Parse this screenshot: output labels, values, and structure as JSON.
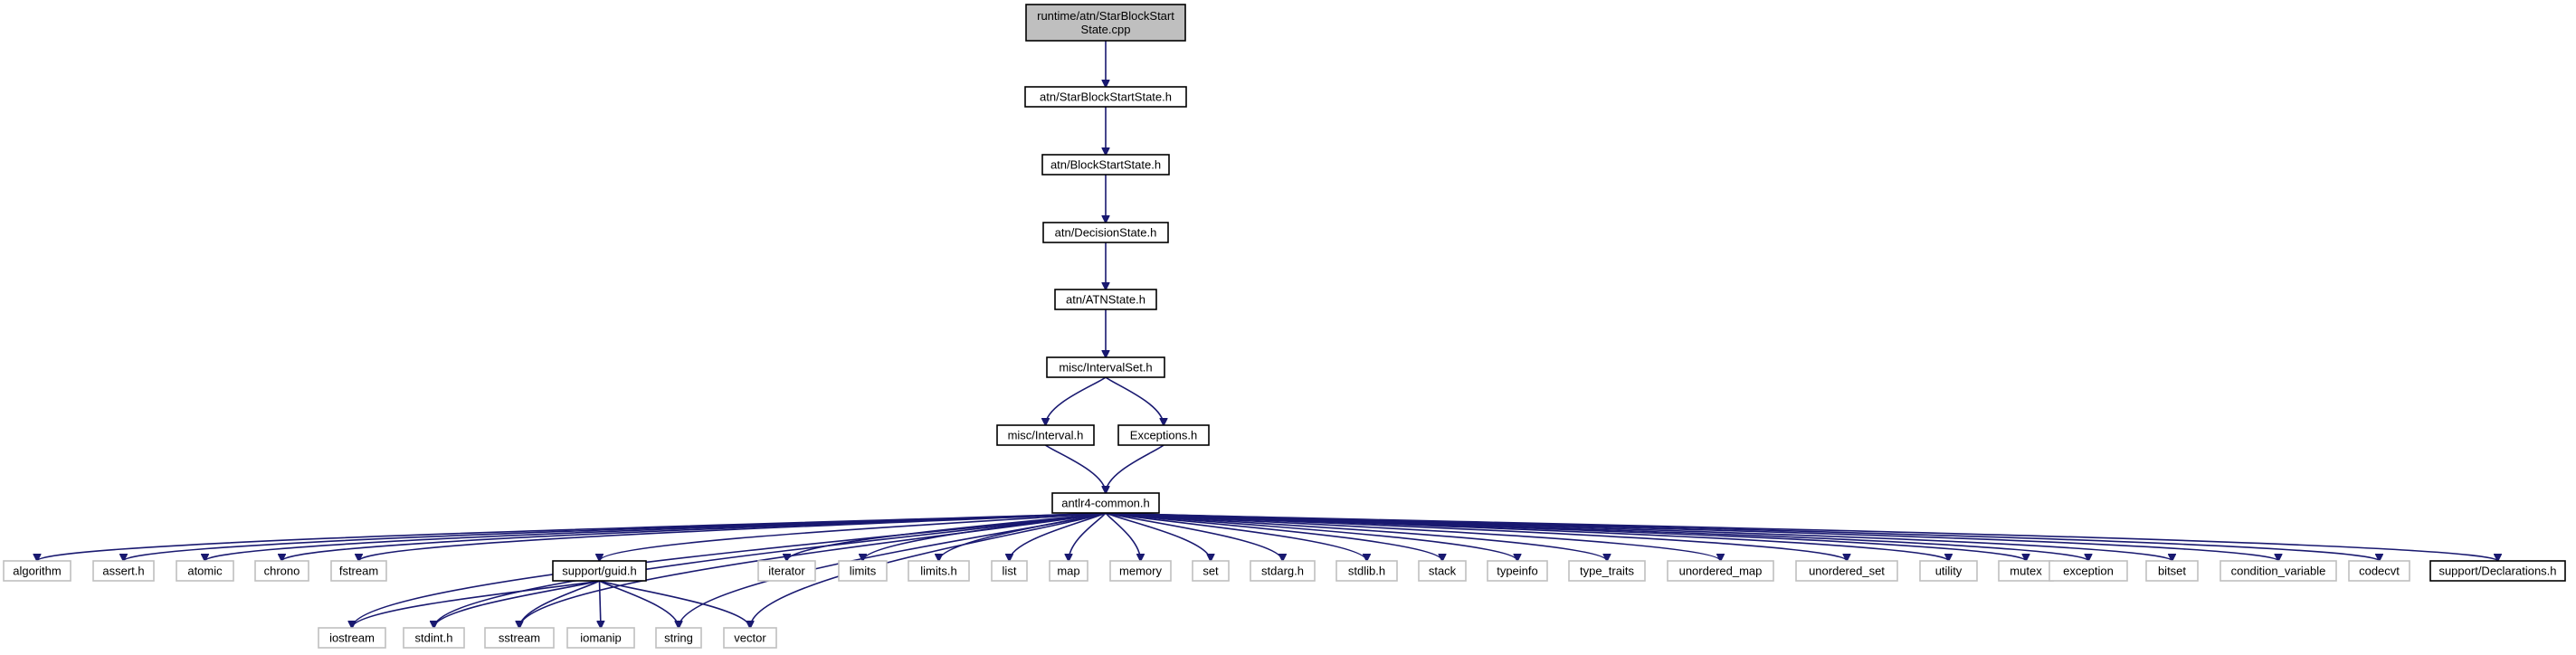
{
  "graph": {
    "edge_color": "#191970",
    "root_fill": "#bfbfbf",
    "doc_border": "#000000",
    "sys_border": "#bfbfbf",
    "nodes": {
      "root": {
        "lines": [
          "runtime/atn/StarBlockStart",
          "State.cpp"
        ],
        "kind": "root"
      },
      "n1": {
        "lines": [
          "atn/StarBlockStartState.h"
        ],
        "kind": "doc"
      },
      "n2": {
        "lines": [
          "atn/BlockStartState.h"
        ],
        "kind": "doc"
      },
      "n3": {
        "lines": [
          "atn/DecisionState.h"
        ],
        "kind": "doc"
      },
      "n4": {
        "lines": [
          "atn/ATNState.h"
        ],
        "kind": "doc"
      },
      "n5": {
        "lines": [
          "misc/IntervalSet.h"
        ],
        "kind": "doc"
      },
      "n6": {
        "lines": [
          "misc/Interval.h"
        ],
        "kind": "doc"
      },
      "n7": {
        "lines": [
          "Exceptions.h"
        ],
        "kind": "doc"
      },
      "n8": {
        "lines": [
          "antlr4-common.h"
        ],
        "kind": "doc"
      },
      "algorithm": {
        "lines": [
          "algorithm"
        ],
        "kind": "sys"
      },
      "assert": {
        "lines": [
          "assert.h"
        ],
        "kind": "sys"
      },
      "atomic": {
        "lines": [
          "atomic"
        ],
        "kind": "sys"
      },
      "chrono": {
        "lines": [
          "chrono"
        ],
        "kind": "sys"
      },
      "fstream": {
        "lines": [
          "fstream"
        ],
        "kind": "sys"
      },
      "guid": {
        "lines": [
          "support/guid.h"
        ],
        "kind": "doc"
      },
      "iterator": {
        "lines": [
          "iterator"
        ],
        "kind": "sys"
      },
      "limits": {
        "lines": [
          "limits"
        ],
        "kind": "sys"
      },
      "limitsh": {
        "lines": [
          "limits.h"
        ],
        "kind": "sys"
      },
      "list": {
        "lines": [
          "list"
        ],
        "kind": "sys"
      },
      "map": {
        "lines": [
          "map"
        ],
        "kind": "sys"
      },
      "memory": {
        "lines": [
          "memory"
        ],
        "kind": "sys"
      },
      "set": {
        "lines": [
          "set"
        ],
        "kind": "sys"
      },
      "stdarg": {
        "lines": [
          "stdarg.h"
        ],
        "kind": "sys"
      },
      "stdlib": {
        "lines": [
          "stdlib.h"
        ],
        "kind": "sys"
      },
      "stack": {
        "lines": [
          "stack"
        ],
        "kind": "sys"
      },
      "typeinfo": {
        "lines": [
          "typeinfo"
        ],
        "kind": "sys"
      },
      "type_traits": {
        "lines": [
          "type_traits"
        ],
        "kind": "sys"
      },
      "unordered_map": {
        "lines": [
          "unordered_map"
        ],
        "kind": "sys"
      },
      "unordered_set": {
        "lines": [
          "unordered_set"
        ],
        "kind": "sys"
      },
      "utility": {
        "lines": [
          "utility"
        ],
        "kind": "sys"
      },
      "mutex": {
        "lines": [
          "mutex"
        ],
        "kind": "sys"
      },
      "exception": {
        "lines": [
          "exception"
        ],
        "kind": "sys"
      },
      "bitset": {
        "lines": [
          "bitset"
        ],
        "kind": "sys"
      },
      "condition_variable": {
        "lines": [
          "condition_variable"
        ],
        "kind": "sys"
      },
      "codecvt": {
        "lines": [
          "codecvt"
        ],
        "kind": "sys"
      },
      "declarations": {
        "lines": [
          "support/Declarations.h"
        ],
        "kind": "doc"
      },
      "iostream": {
        "lines": [
          "iostream"
        ],
        "kind": "sys"
      },
      "stdint": {
        "lines": [
          "stdint.h"
        ],
        "kind": "sys"
      },
      "sstream": {
        "lines": [
          "sstream"
        ],
        "kind": "sys"
      },
      "iomanip": {
        "lines": [
          "iomanip"
        ],
        "kind": "sys"
      },
      "string": {
        "lines": [
          "string"
        ],
        "kind": "sys"
      },
      "vector": {
        "lines": [
          "vector"
        ],
        "kind": "sys"
      }
    },
    "edges": [
      [
        "root",
        "n1"
      ],
      [
        "n1",
        "n2"
      ],
      [
        "n2",
        "n3"
      ],
      [
        "n3",
        "n4"
      ],
      [
        "n4",
        "n5"
      ],
      [
        "n5",
        "n6"
      ],
      [
        "n5",
        "n7"
      ],
      [
        "n6",
        "n8"
      ],
      [
        "n7",
        "n8"
      ],
      [
        "n8",
        "algorithm"
      ],
      [
        "n8",
        "assert"
      ],
      [
        "n8",
        "atomic"
      ],
      [
        "n8",
        "chrono"
      ],
      [
        "n8",
        "fstream"
      ],
      [
        "n8",
        "guid"
      ],
      [
        "n8",
        "iostream"
      ],
      [
        "n8",
        "stdint"
      ],
      [
        "n8",
        "sstream"
      ],
      [
        "n8",
        "string"
      ],
      [
        "n8",
        "vector"
      ],
      [
        "n8",
        "iterator"
      ],
      [
        "n8",
        "limits"
      ],
      [
        "n8",
        "limitsh"
      ],
      [
        "n8",
        "list"
      ],
      [
        "n8",
        "map"
      ],
      [
        "n8",
        "memory"
      ],
      [
        "n8",
        "set"
      ],
      [
        "n8",
        "stdarg"
      ],
      [
        "n8",
        "stdlib"
      ],
      [
        "n8",
        "stack"
      ],
      [
        "n8",
        "typeinfo"
      ],
      [
        "n8",
        "type_traits"
      ],
      [
        "n8",
        "unordered_map"
      ],
      [
        "n8",
        "unordered_set"
      ],
      [
        "n8",
        "utility"
      ],
      [
        "n8",
        "mutex"
      ],
      [
        "n8",
        "exception"
      ],
      [
        "n8",
        "bitset"
      ],
      [
        "n8",
        "condition_variable"
      ],
      [
        "n8",
        "codecvt"
      ],
      [
        "n8",
        "declarations"
      ],
      [
        "guid",
        "iostream"
      ],
      [
        "guid",
        "stdint"
      ],
      [
        "guid",
        "sstream"
      ],
      [
        "guid",
        "iomanip"
      ],
      [
        "guid",
        "string"
      ],
      [
        "guid",
        "vector"
      ]
    ]
  }
}
